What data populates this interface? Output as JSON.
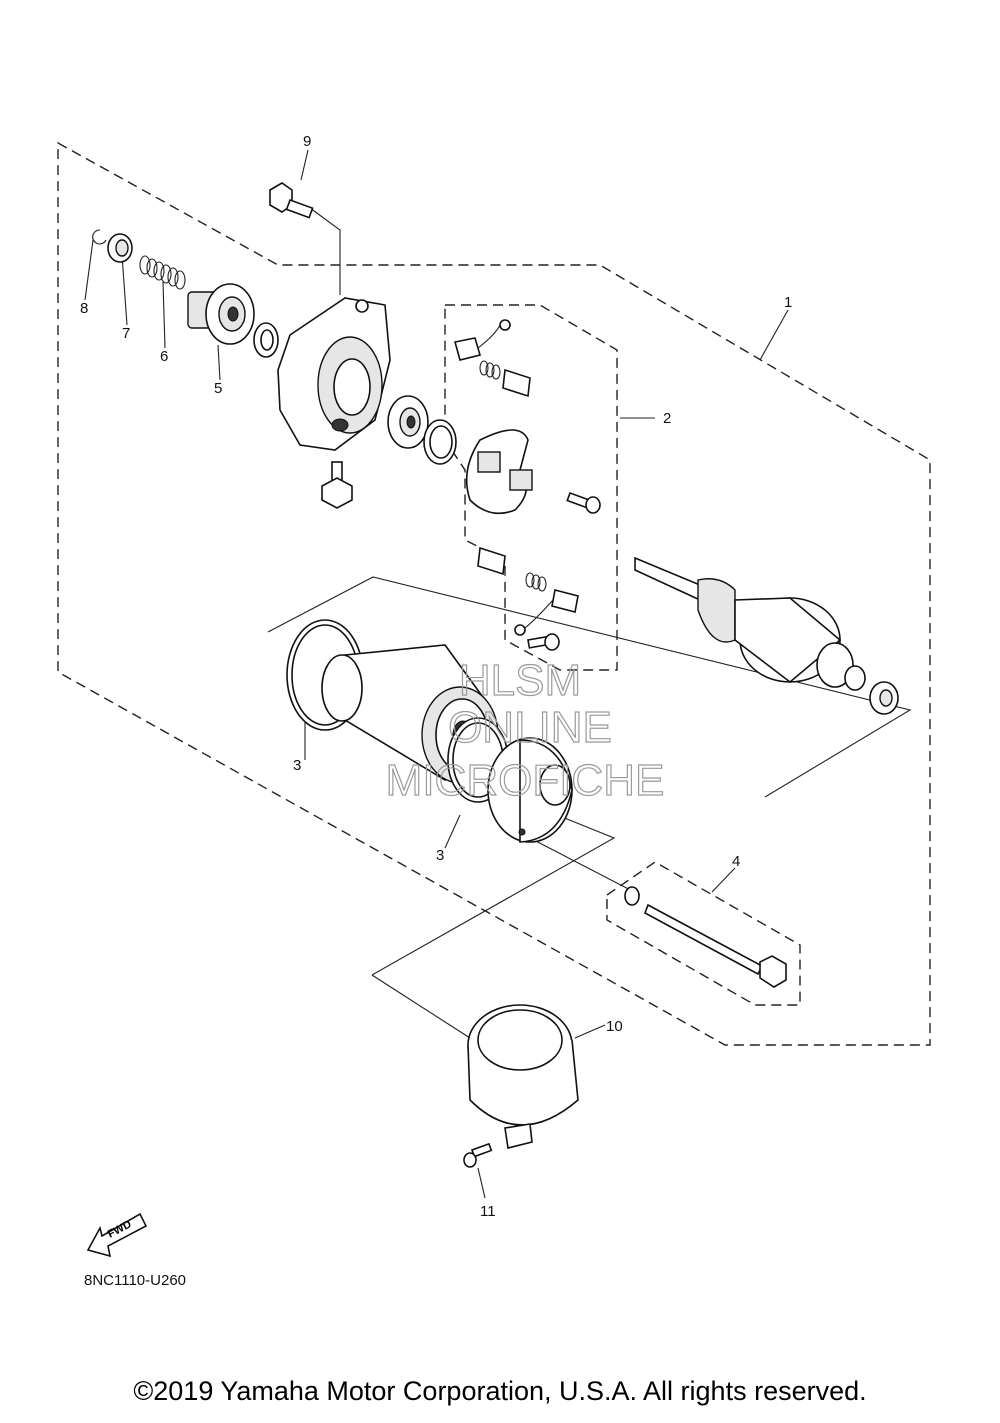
{
  "callouts": {
    "c1": "1",
    "c2": "2",
    "c3a": "3",
    "c3b": "3",
    "c4": "4",
    "c5": "5",
    "c6": "6",
    "c7": "7",
    "c8": "8",
    "c9": "9",
    "c10": "10",
    "c11": "11"
  },
  "watermark": {
    "line1": "HLSM",
    "line2": "ONLINE",
    "line3": "MICROFICHE"
  },
  "fwd_label": "FWD",
  "diagram_code": "8NC1110-U260",
  "copyright": "©2019 Yamaha Motor Corporation, U.S.A. All rights reserved."
}
